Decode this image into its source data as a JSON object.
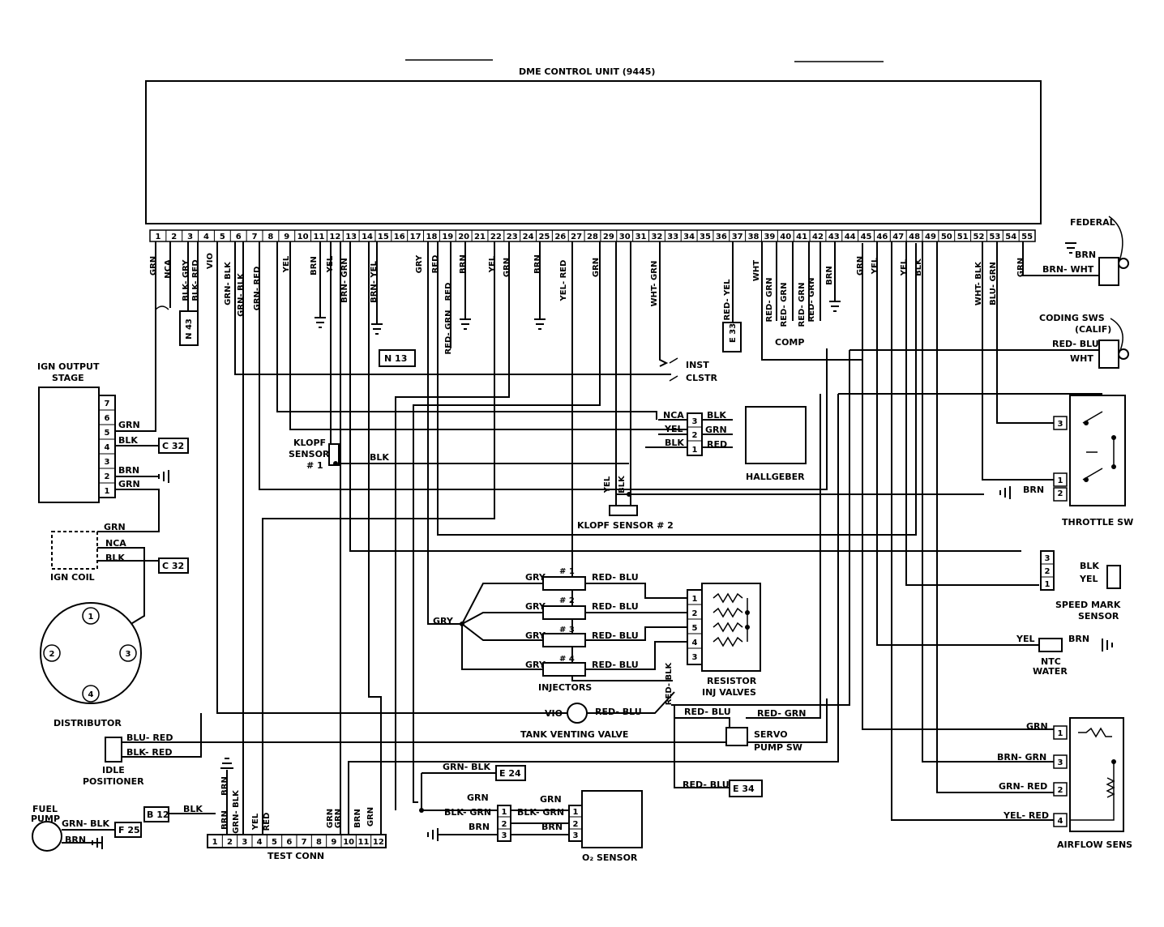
{
  "dme": {
    "title": "DME CONTROL UNIT (9445)",
    "pins": [
      "1",
      "2",
      "3",
      "4",
      "5",
      "6",
      "7",
      "8",
      "9",
      "10",
      "11",
      "12",
      "13",
      "14",
      "15",
      "16",
      "17",
      "18",
      "19",
      "20",
      "21",
      "22",
      "23",
      "24",
      "25",
      "26",
      "27",
      "28",
      "29",
      "30",
      "31",
      "32",
      "33",
      "34",
      "35",
      "36",
      "37",
      "38",
      "39",
      "40",
      "41",
      "42",
      "43",
      "44",
      "45",
      "46",
      "47",
      "48",
      "49",
      "50",
      "51",
      "52",
      "53",
      "54",
      "55"
    ]
  },
  "wire_labels": {
    "p1": "GRN",
    "p2": "NCA",
    "p3a": "BLK- GRY",
    "p3b": "BLK- RED",
    "p5": "VIO",
    "p6a": "GRN- BLK",
    "p6b": "GRN- BLK",
    "p7": "GRN- RED",
    "p8": "YEL",
    "p9": "BRN",
    "p10": "YEL",
    "p11": "BRN- GRN",
    "p13": "BRN- YEL",
    "p17": "GRY",
    "p18a": "RED",
    "p18b": "RED",
    "p18c": "RED- GRN",
    "p19": "BRN",
    "p21": "YEL",
    "p22": "GRN",
    "p24": "BRN",
    "p26": "YEL- RED",
    "p28": "GRN",
    "p29": "YEL",
    "p30": "BLK",
    "p32": "WHT- GRN",
    "p37": "RED- YEL",
    "p39": "WHT",
    "p40a": "RED- GRN",
    "p40b": "RED- GRN",
    "p41a": "RED- GRN",
    "p41b": "RED- GRN",
    "p42": "BRN",
    "p44": "GRN",
    "p45": "YEL",
    "p47": "YEL",
    "p48": "BLK",
    "p52": "WHT- BLK",
    "p53": "BLU- GRN",
    "p55": "GRN"
  },
  "components": {
    "federal": "FEDERAL",
    "federal_w1": "BRN",
    "federal_w2": "BRN- WHT",
    "coding": "CODING SWS",
    "calif": "(CALIF)",
    "coding_w1": "RED- BLU",
    "coding_w2": "WHT",
    "ign_output_1": "IGN OUTPUT",
    "ign_output_2": "STAGE",
    "ign_pins": [
      "7",
      "6",
      "5",
      "4",
      "3",
      "2",
      "1"
    ],
    "ign_w5": "GRN",
    "ign_w4": "BLK",
    "ign_w2": "BRN",
    "ign_w1": "GRN",
    "c32a": "C 32",
    "c32b": "C 32",
    "n43": "N 43",
    "n13": "N 13",
    "e33": "E 33",
    "e24": "E 24",
    "e34": "E 34",
    "b12": "B 12",
    "f25": "F 25",
    "ign_coil": "IGN COIL",
    "coil_w1": "GRN",
    "coil_w2": "NCA",
    "coil_w3": "BLK",
    "distributor": "DISTRIBUTOR",
    "dist_pins": [
      "1",
      "2",
      "3",
      "4"
    ],
    "idle_1": "IDLE",
    "idle_2": "POSITIONER",
    "idle_w1": "BLU- RED",
    "idle_w2": "BLK- RED",
    "fuel_1": "FUEL",
    "fuel_2": "PUMP",
    "fuel_w1": "GRN- BLK",
    "fuel_w2": "BRN",
    "klopf1_1": "KLOPF",
    "klopf1_2": "SENSOR",
    "klopf1_3": "# 1",
    "klopf1_w": "BLK",
    "klopf2": "KLOPF SENSOR # 2",
    "klopf2_w1": "YEL",
    "klopf2_w2": "BLK",
    "inst": "INST",
    "clstr": "CLSTR",
    "comp": "COMP",
    "hall": "HALLGEBER",
    "hall_pins": [
      "3",
      "2",
      "1"
    ],
    "hall_w_nca": "NCA",
    "hall_w_yel": "YEL",
    "hall_w_blk": "BLK",
    "hall_r1": "BLK",
    "hall_r2": "GRN",
    "hall_r3": "RED",
    "throttle": "THROTTLE SW",
    "throttle_pins": [
      "3",
      "1",
      "2"
    ],
    "throttle_w": "BRN",
    "speed_1": "SPEED MARK",
    "speed_2": "SENSOR",
    "speed_pins": [
      "3",
      "2",
      "1"
    ],
    "speed_w1": "BLK",
    "speed_w2": "YEL",
    "ntc_1": "NTC",
    "ntc_2": "WATER",
    "ntc_w1": "YEL",
    "ntc_w2": "BRN",
    "injectors": "INJECTORS",
    "inj_nums": [
      "# 1",
      "# 2",
      "# 3",
      "# 4"
    ],
    "inj_gry": "GRY",
    "inj_redblu": "RED- BLU",
    "inj_main_gry": "GRY",
    "resistor_1": "RESISTOR",
    "resistor_2": "INJ VALVES",
    "res_pins": [
      "1",
      "2",
      "5",
      "4",
      "3"
    ],
    "res_blk": "RED- BLK",
    "tank": "TANK VENTING VALVE",
    "tank_w1": "VIO",
    "tank_w2": "RED- BLU",
    "servo_1": "SERVO",
    "servo_2": "PUMP SW",
    "servo_w1": "RED- BLU",
    "servo_w2": "RED- GRN",
    "e34_w": "RED- BLU",
    "airflow": "AIRFLOW SENS",
    "airflow_pins": [
      "1",
      "3",
      "2",
      "4"
    ],
    "airflow_w1": "GRN",
    "airflow_w2": "BRN- GRN",
    "airflow_w3": "GRN- RED",
    "airflow_w4": "YEL- RED",
    "test": "TEST CONN",
    "test_pins": [
      "1",
      "2",
      "3",
      "4",
      "5",
      "6",
      "7",
      "8",
      "9",
      "10",
      "11",
      "12"
    ],
    "test_w1": "BRN",
    "test_w2": "GRN- BLK",
    "test_w3": "YEL",
    "test_w4": "RED",
    "test_w9": "GRN",
    "test_w10": "BRN",
    "test_w11": "GRN",
    "test_w12": "GRN",
    "test_blk": "BLK",
    "test_brn_top": "BRN",
    "o2": "O₂ SENSOR",
    "o2_pins": [
      "1",
      "2",
      "3"
    ],
    "o2_pins_r": [
      "1",
      "2",
      "3"
    ],
    "o2_w1": "GRN",
    "o2_w2": "BLK- GRN",
    "o2_w3": "BRN",
    "o2_r1": "GRN",
    "o2_r2": "BLK- GRN",
    "o2_r3": "BRN",
    "o2_top": "GRN- BLK"
  }
}
